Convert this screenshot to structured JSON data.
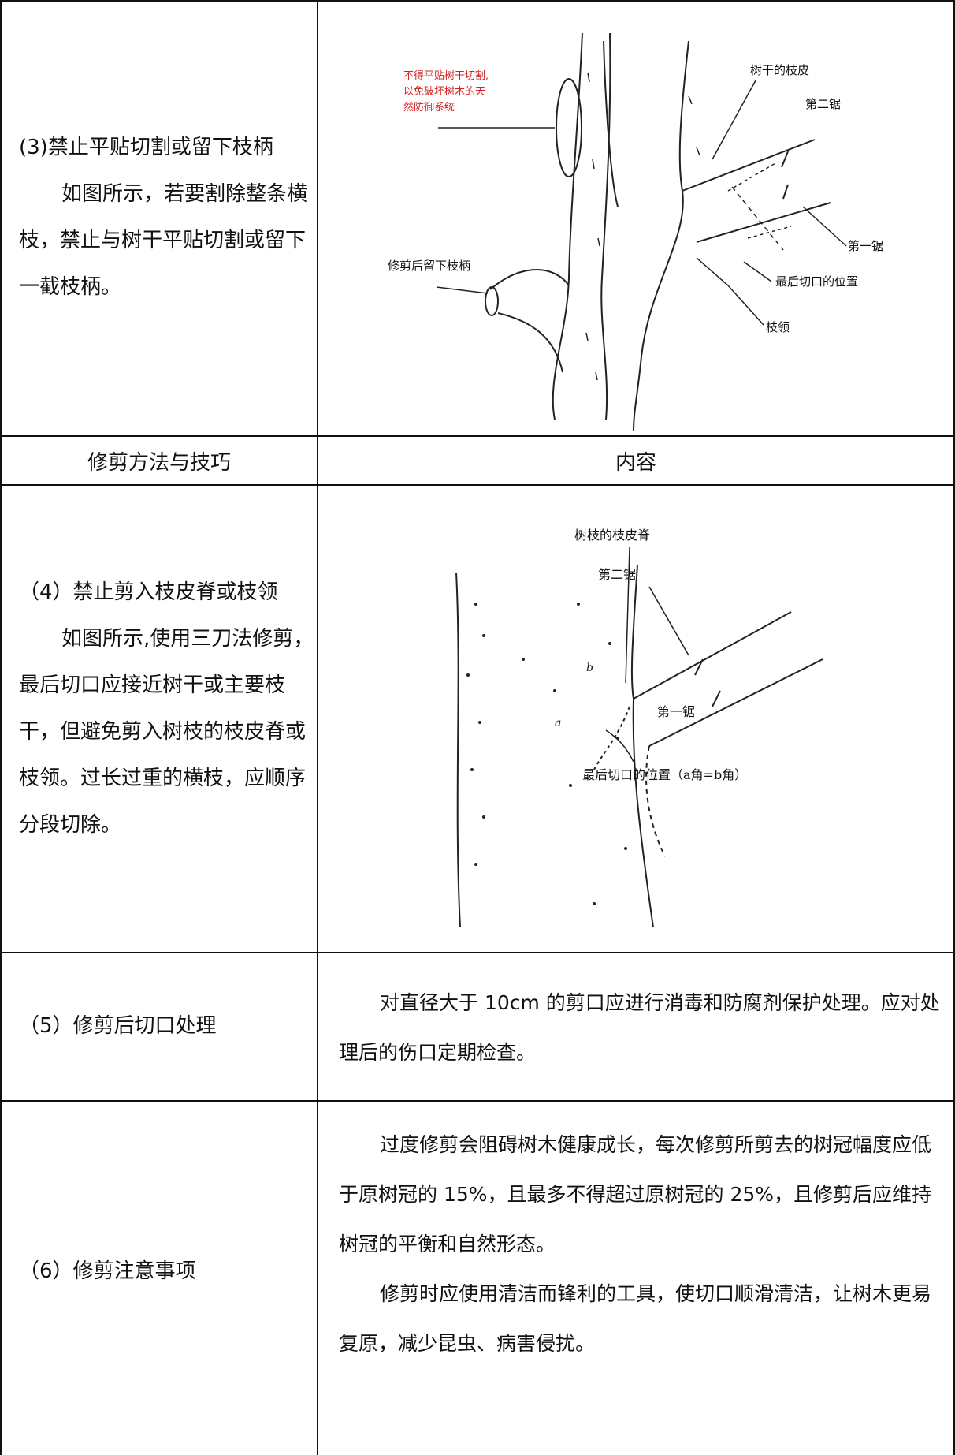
{
  "row3": {
    "title": "(3)禁止平贴切割或留下枝柄",
    "desc": "如图所示，若要割除整条横枝，禁止与树干平贴切割或留下一截枝柄。",
    "fig": {
      "red_note_1": "不得平贴树干切割,",
      "red_note_2": "以免破坏树木的天",
      "red_note_3": "然防御系统",
      "stub_label": "修剪后留下枝柄",
      "bark_label": "树干的枝皮",
      "second_cut": "第二锯",
      "first_cut": "第一锯",
      "final_cut": "最后切口的位置",
      "collar": "枝领",
      "note_color": "#d42020"
    }
  },
  "header": {
    "col1": "修剪方法与技巧",
    "col2": "内容"
  },
  "row4": {
    "title": "（4）禁止剪入枝皮脊或枝领",
    "desc": "如图所示,使用三刀法修剪，最后切口应接近树干或主要枝干，但避免剪入树枝的枝皮脊或枝领。过长过重的横枝，应顺序分段切除。",
    "fig": {
      "ridge_label": "树枝的枝皮脊",
      "second_cut": "第二锯",
      "first_cut": "第一锯",
      "final_cut": "最后切口的位置（a角=b角）",
      "angle_a": "a",
      "angle_b": "b"
    }
  },
  "row5": {
    "title": "（5）修剪后切口处理",
    "text": "对直径大于 10cm 的剪口应进行消毒和防腐剂保护处理。应对处理后的伤口定期检查。"
  },
  "row6": {
    "title": "（6）修剪注意事项",
    "para1": "过度修剪会阻碍树木健康成长，每次修剪所剪去的树冠幅度应低于原树冠的 15%，且最多不得超过原树冠的 25%，且修剪后应维持树冠的平衡和自然形态。",
    "para2": "修剪时应使用清洁而锋利的工具，使切口顺滑清洁，让树木更易复原，减少昆虫、病害侵扰。"
  }
}
